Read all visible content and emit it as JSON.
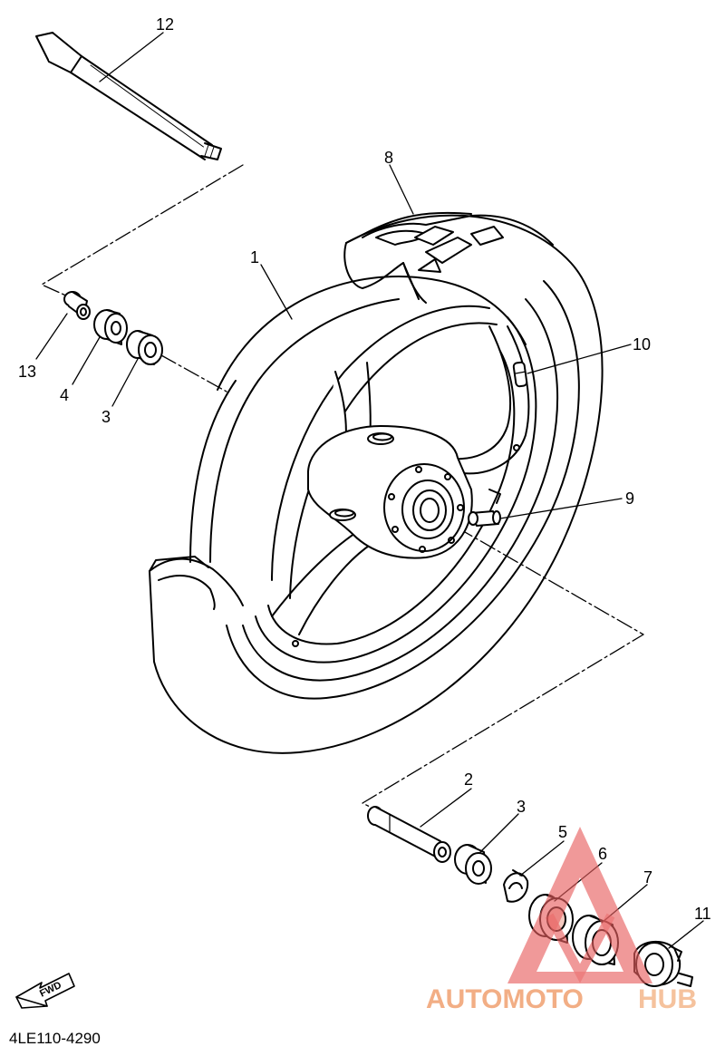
{
  "diagram": {
    "part_code": "4LE110-4290",
    "fwd_label": "FWD",
    "callouts": [
      {
        "id": "c1",
        "label": "1"
      },
      {
        "id": "c2",
        "label": "2"
      },
      {
        "id": "c3a",
        "label": "3"
      },
      {
        "id": "c3b",
        "label": "3"
      },
      {
        "id": "c4",
        "label": "4"
      },
      {
        "id": "c5",
        "label": "5"
      },
      {
        "id": "c6",
        "label": "6"
      },
      {
        "id": "c7",
        "label": "7"
      },
      {
        "id": "c8",
        "label": "8"
      },
      {
        "id": "c9",
        "label": "9"
      },
      {
        "id": "c10",
        "label": "10"
      },
      {
        "id": "c11",
        "label": "11"
      },
      {
        "id": "c12",
        "label": "12"
      },
      {
        "id": "c13",
        "label": "13"
      }
    ]
  },
  "watermark": {
    "part1": "AUTOMOTO",
    "part2": "HUB",
    "color_primary": "#f0a070",
    "color_secondary": "#f4b88c",
    "triangle_color": "#e86060"
  }
}
